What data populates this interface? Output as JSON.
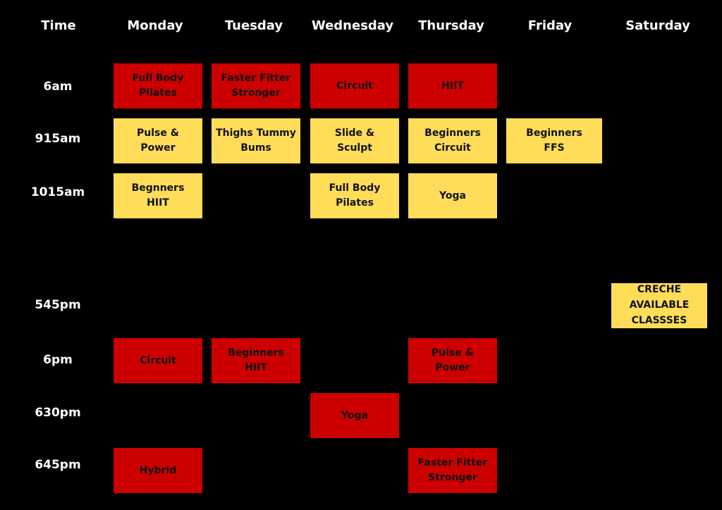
{
  "headers": {
    "time": "Time",
    "monday": "Monday",
    "tuesday": "Tuesday",
    "wednesday": "Wednesday",
    "thursday": "Thursday",
    "friday": "Friday",
    "saturday": "Saturday"
  },
  "times": {
    "t6am": "6am",
    "t915am": "915am",
    "t1015am": "1015am",
    "t545pm": "545pm",
    "t6pm": "6pm",
    "t630pm": "630pm",
    "t645pm": "645pm"
  },
  "classes": {
    "mon_6am": "Full Body\nPilates",
    "tue_6am": "Faster Fitter\nStronger",
    "wed_6am": "Circuit",
    "thu_6am": "HIIT",
    "mon_915": "Pulse &\nPower",
    "tue_915": "Thighs Tummy\nBums",
    "wed_915": "Slide &\nSculpt",
    "thu_915": "Beginners\nCircuit",
    "fri_915": "Beginners\nFFS",
    "mon_1015": "Begnners\nHIIT",
    "wed_1015": "Full Body\nPilates",
    "thu_1015": "Yoga",
    "sat_545": "CRECHE\nAVAILABLE\nCLASSSES",
    "mon_6pm": "Circuit",
    "tue_6pm": "Beginners\nHIIT",
    "thu_6pm": "Pulse &\nPower",
    "wed_630": "Yoga",
    "mon_645": "Hybrid",
    "thu_645": "Faster Fitter\nStronger"
  },
  "colors": {
    "background": "#000000",
    "morning_class": "#cc0000",
    "daytime_class": "#ffdd59",
    "evening_class": "#cc0000",
    "creche": "#ffdd59"
  }
}
